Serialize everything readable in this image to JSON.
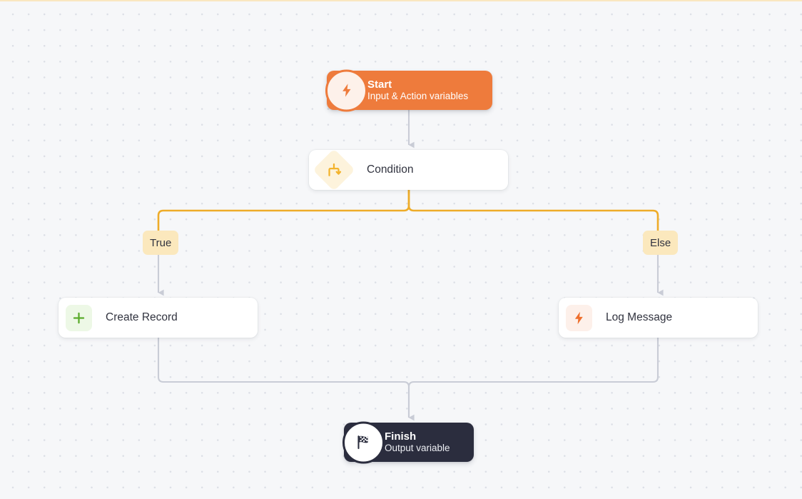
{
  "canvas": {
    "background_color": "#f6f7f9",
    "dot_color": "#dcdfe6",
    "top_rule_color": "#fae7c0"
  },
  "colors": {
    "start_orange": "#ee7b3c",
    "finish_navy": "#2b2d3e",
    "branch_amber": "#eeac29",
    "branch_label_bg": "#fbe8bd",
    "edge_gray": "#c9ccd6",
    "create_green": "#5aab2b",
    "log_orange": "#ee6f2d",
    "condition_amber": "#f3b32c",
    "card_white": "#ffffff"
  },
  "nodes": {
    "start": {
      "title": "Start",
      "subtitle": "Input & Action variables",
      "icon": "lightning-bolt-icon"
    },
    "condition": {
      "label": "Condition",
      "icon": "condition-branch-icon"
    },
    "create_record": {
      "label": "Create Record",
      "icon": "plus-icon"
    },
    "log_message": {
      "label": "Log Message",
      "icon": "lightning-bolt-icon"
    },
    "finish": {
      "title": "Finish",
      "subtitle": "Output variable",
      "icon": "checkered-flag-icon"
    }
  },
  "branches": [
    {
      "label": "True",
      "target": "create_record"
    },
    {
      "label": "Else",
      "target": "log_message"
    }
  ],
  "flow": {
    "edges": [
      {
        "from": "start",
        "to": "condition",
        "color": "#c9ccd6",
        "arrow": true
      },
      {
        "from": "condition",
        "to": "True",
        "color": "#eeac29",
        "arrow": false
      },
      {
        "from": "condition",
        "to": "Else",
        "color": "#eeac29",
        "arrow": false
      },
      {
        "from": "True",
        "to": "create_record",
        "color": "#c9ccd6",
        "arrow": true
      },
      {
        "from": "Else",
        "to": "log_message",
        "color": "#c9ccd6",
        "arrow": true
      },
      {
        "from": "create_record",
        "to": "finish",
        "color": "#c9ccd6",
        "arrow": false
      },
      {
        "from": "log_message",
        "to": "finish",
        "color": "#c9ccd6",
        "arrow": true
      }
    ]
  }
}
